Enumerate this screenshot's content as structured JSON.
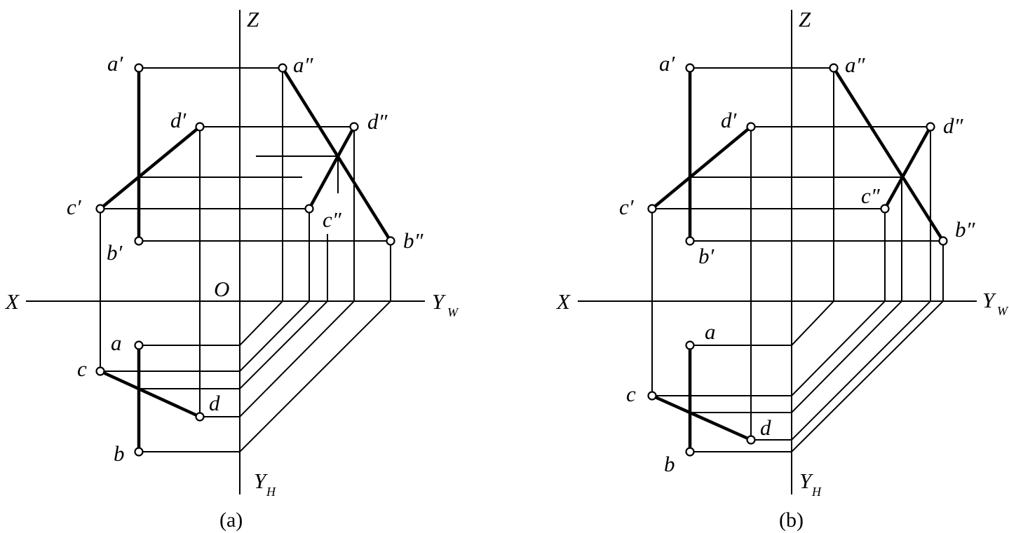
{
  "panels": [
    {
      "caption": "(a)",
      "axes": {
        "x": "X",
        "z": "Z",
        "y": "Y",
        "yw_sub": "W",
        "yh_sub": "H",
        "origin": "O"
      },
      "points": {
        "a1": "a′",
        "a2": "a″",
        "a": "a",
        "b1": "b′",
        "b2": "b″",
        "b": "b",
        "c1": "c′",
        "c2": "c″",
        "c": "c",
        "d1": "d′",
        "d2": "d″",
        "d": "d"
      }
    },
    {
      "caption": "(b)",
      "axes": {
        "x": "X",
        "z": "Z",
        "y": "Y",
        "yw_sub": "W",
        "yh_sub": "H"
      },
      "points": {
        "a1": "a′",
        "a2": "a″",
        "a": "a",
        "b1": "b′",
        "b2": "b″",
        "b": "b",
        "c1": "c′",
        "c2": "c″",
        "c": "c",
        "d1": "d′",
        "d2": "d″",
        "d": "d"
      }
    }
  ]
}
